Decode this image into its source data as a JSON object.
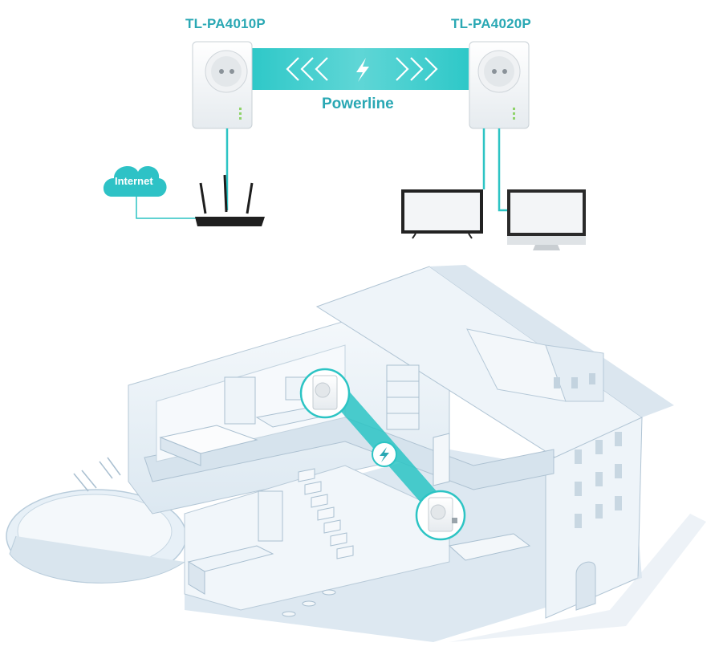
{
  "diagram": {
    "left_adapter_label": "TL-PA4010P",
    "right_adapter_label": "TL-PA4020P",
    "link_label": "Powerline",
    "cloud_label": "Internet"
  },
  "colors": {
    "accent": "#2cc4c4",
    "label_teal": "#2aa8b4",
    "house": "#e8f1f8",
    "house_shadow": "#c9dbe8",
    "outline": "#9fb6c6"
  },
  "icons": [
    "lightning-icon",
    "router-icon",
    "tv-icon",
    "imac-icon",
    "cloud-icon",
    "powerline-adapter-icon",
    "house-illustration"
  ]
}
